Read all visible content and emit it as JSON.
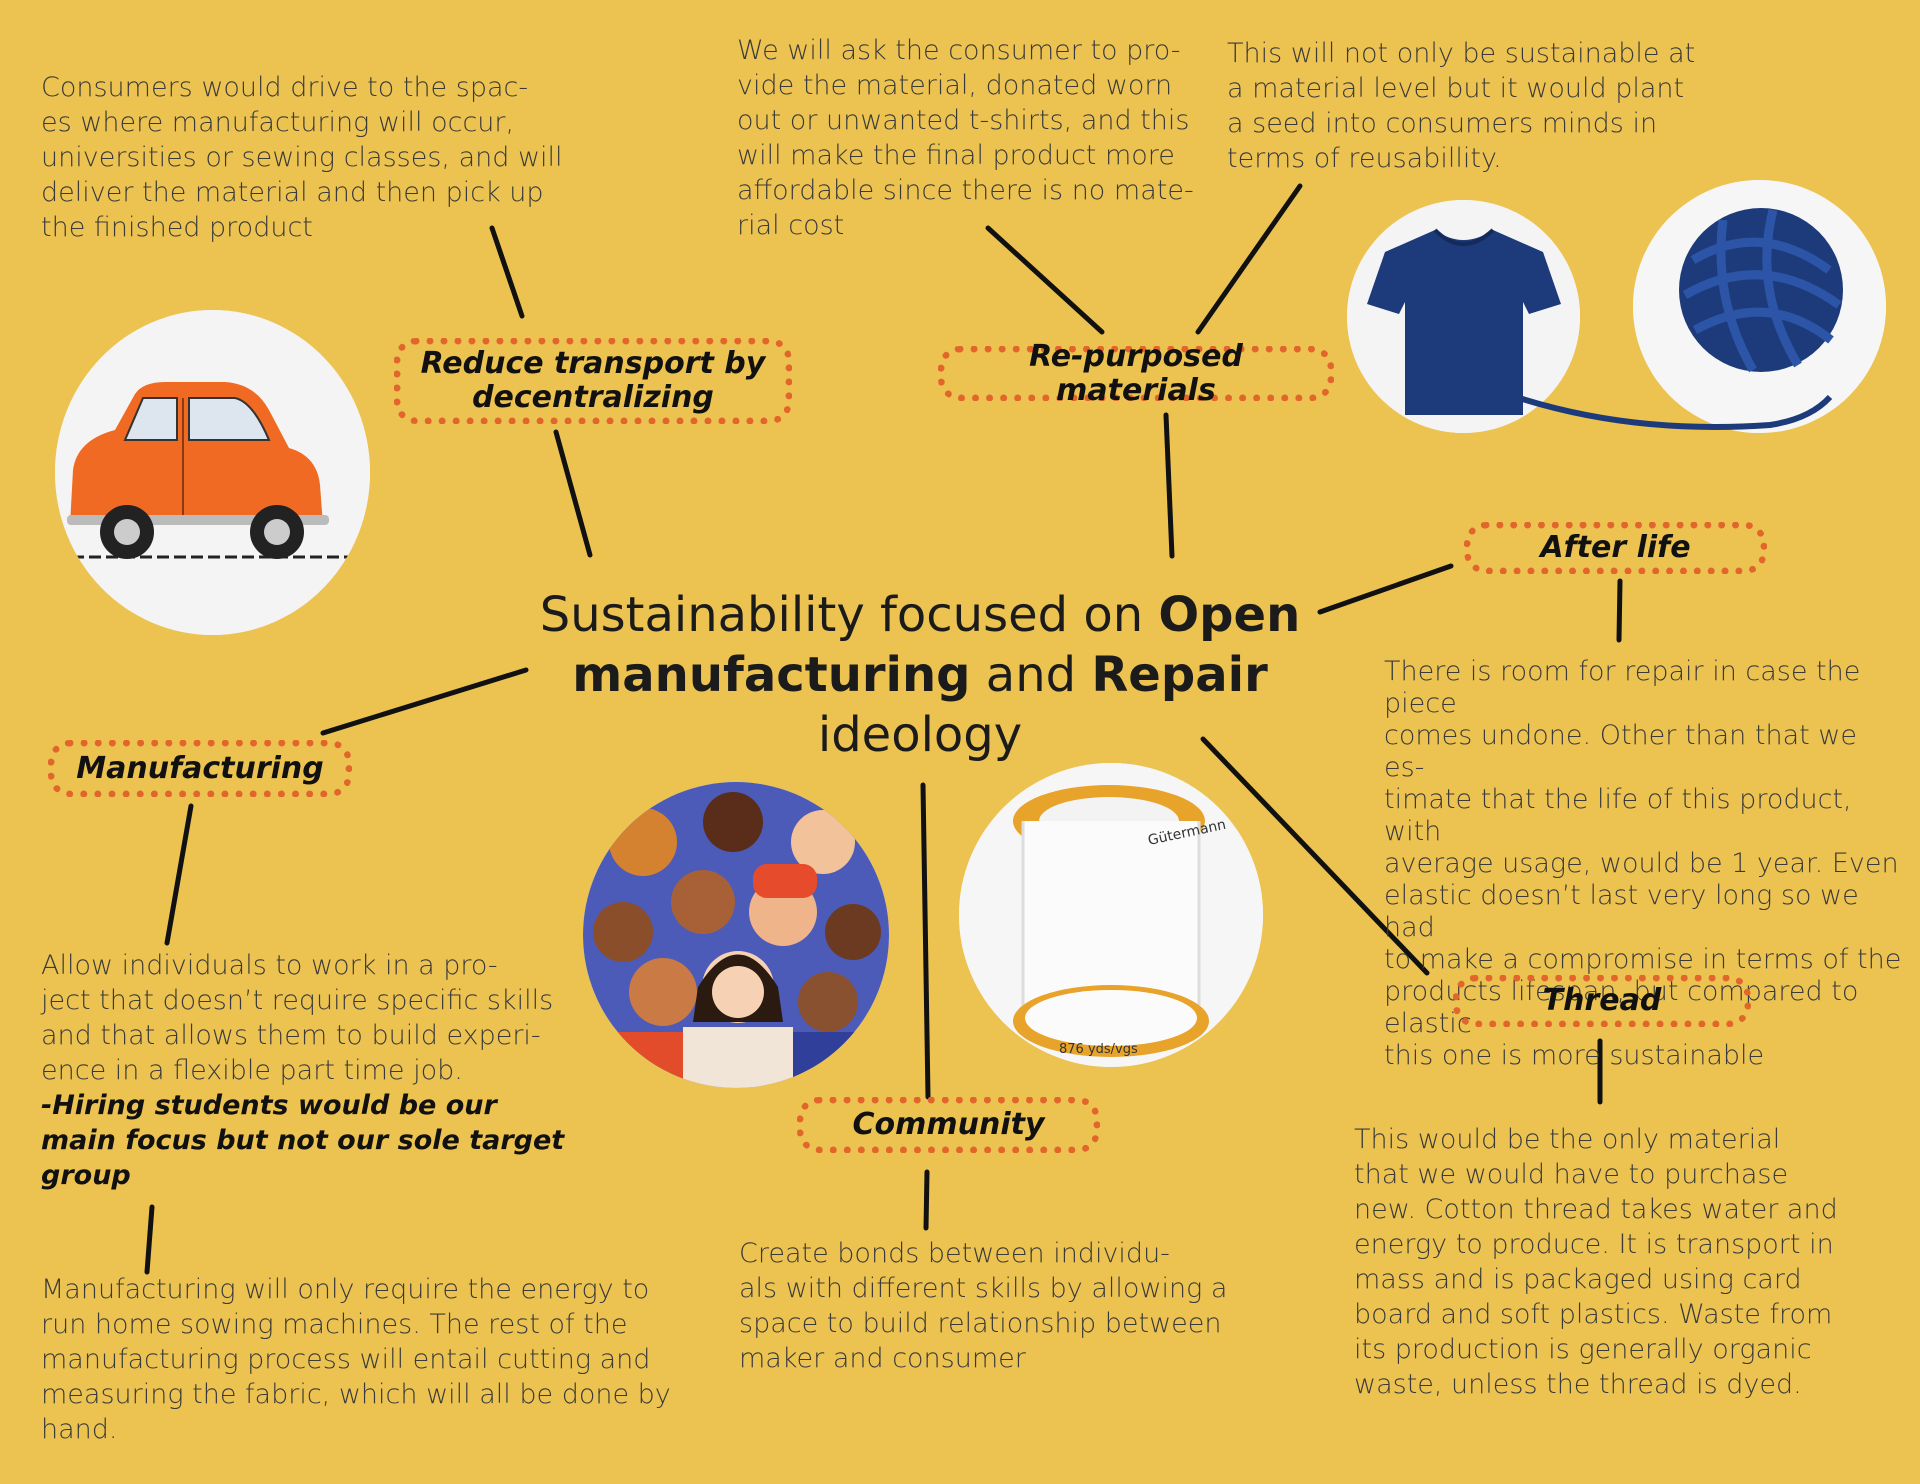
{
  "title": {
    "part1": "Sustainability focused on ",
    "bold1": "Open manufacturing",
    "part2": " and ",
    "bold2": "Repair",
    "part3": " ideology"
  },
  "nodes": {
    "reduce_transport": {
      "label": "Reduce transport by decentralizing",
      "text": "Consumers would drive to the spac-\nes where manufacturing will occur,\nuniversities or sewing classes, and will\ndeliver the material and then pick up\nthe finished product"
    },
    "repurposed_materials": {
      "label": "Re-purposed materials",
      "text_left": "We will ask the consumer to pro-\nvide the material, donated worn\nout or unwanted t-shirts, and this\nwill make the final product more\naffordable since there is no mate-\nrial cost",
      "text_right": "This will not only be sustainable at\na material level but it would plant\na seed into consumers minds in\nterms of reusabillity."
    },
    "after_life": {
      "label": "After life",
      "text": "There is room for repair in case the piece\ncomes undone. Other than that we es-\ntimate that the life of this product, with\naverage usage, would be 1 year. Even\nelastic doesn’t last very long so we had\nto make a compromise in terms of the\nproducts lifespan, but compared to elastic\nthis one is more sustainable"
    },
    "manufacturing": {
      "label": "Manufacturing",
      "text": "Allow individuals to work in a pro-\nject that doesn’t require specific skills\nand that allows them to build experi-\nence in a flexible part time job.",
      "emphasis": "-Hiring students would be our\nmain focus but not our sole target\ngroup",
      "text_2": "Manufacturing will only require the energy to\nrun home sowing machines. The rest of the\nmanufacturing process will entail cutting and\nmeasuring the fabric, which will all be done by\nhand."
    },
    "community": {
      "label": "Community",
      "text": "Create bonds between individu-\nals with different skills by allowing a\nspace to build relationship between\nmaker and consumer"
    },
    "thread": {
      "label": "Thread",
      "text": "This would be the only material\nthat we would have to purchase\nnew. Cotton thread takes water and\nenergy to produce. It is transport in\nmass and is packaged using card\nboard and soft plastics. Waste from\nits production is generally organic\nwaste, unless the thread is dyed."
    }
  },
  "images": {
    "car": "orange car illustration",
    "tshirt": "navy t-shirt",
    "yarn": "navy yarn ball",
    "people": "diverse crowd illustration",
    "spool": "white thread spool",
    "spool_brand": "Gütermann",
    "spool_label": "876 yds/vgs"
  },
  "colors": {
    "background": "#ecc351",
    "dotted_border": "#e2662b",
    "line": "#111111",
    "car": "#f06a24",
    "navy": "#1d3b7a"
  }
}
